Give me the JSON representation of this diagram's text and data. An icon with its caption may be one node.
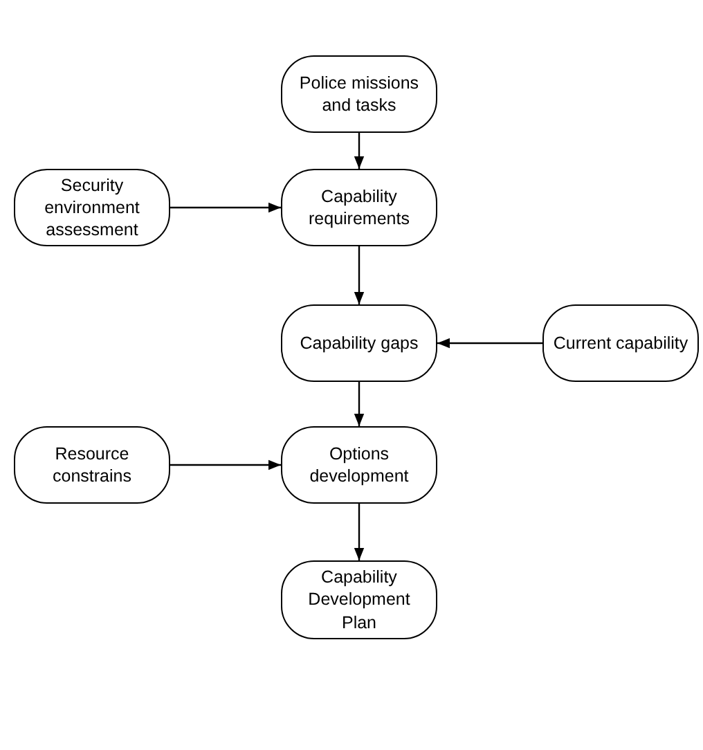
{
  "diagram": {
    "nodes": [
      {
        "text": [
          "Police missions and tasks"
        ]
      },
      {
        "text": [
          "Security environment assessment"
        ]
      },
      {
        "text": [
          "Capability requirements"
        ]
      },
      {
        "text": [
          "Capability gaps"
        ]
      },
      {
        "text": [
          "Current capability"
        ]
      },
      {
        "text": [
          "Resource constrains"
        ]
      },
      {
        "text": [
          "Options development"
        ]
      },
      {
        "text": [
          "Capability Development Plan"
        ]
      }
    ],
    "edges": [
      {
        "from": 0,
        "to": 2,
        "arrow": "to"
      },
      {
        "from": 1,
        "to": 2,
        "arrow": "to"
      },
      {
        "from": 2,
        "to": 3,
        "arrow": "to"
      },
      {
        "from": 4,
        "to": 3,
        "arrow": "to"
      },
      {
        "from": 3,
        "to": 6,
        "arrow": "to"
      },
      {
        "from": 5,
        "to": 6,
        "arrow": "to"
      },
      {
        "from": 6,
        "to": 7,
        "arrow": "to"
      }
    ]
  }
}
